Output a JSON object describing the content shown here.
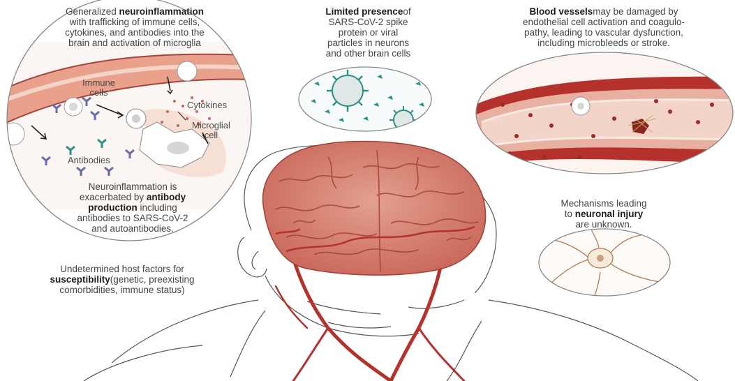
{
  "neuroinflammation": {
    "pre": "Generalized ",
    "bold": "neuroinflammation",
    "rest1": "with trafficking of immune cells,",
    "rest2": "cytokines, and antibodies into the",
    "rest3": "brain and activation of microglia"
  },
  "sars_presence": {
    "bold": "Limited presence",
    "post": "of",
    "l2": "SARS-CoV-2 spike",
    "l3": "protein or viral",
    "l4": "particles in neurons",
    "l5": "and other brain cells"
  },
  "blood_vessels": {
    "bold": "Blood vessels",
    "post": "may be damaged by",
    "l2": "endothelial cell activation and coagulo-",
    "l3": "pathy, leading to vascular dysfunction,",
    "l4": "including microbleeds or stroke."
  },
  "circle1_labels": {
    "immune": "Immune",
    "cells": "cells",
    "cytokines": "Cytokines",
    "microglial": "Microglial",
    "cell": "cell",
    "antibodies": "Antibodies"
  },
  "antibody_production": {
    "l1": "Neuroinflammation is",
    "l2_pre": "exacerbated by ",
    "l2_bold": "antibody",
    "l3_bold": "production",
    "l3_post": " including",
    "l4": "antibodies to SARS-CoV-2",
    "l5": "and autoantibodies."
  },
  "neuronal_injury": {
    "l1": "Mechanisms leading",
    "l2_pre": "to ",
    "l2_bold": "neuronal injury",
    "l3": "are unknown."
  },
  "susceptibility": {
    "l1": "Undetermined host factors for",
    "l2_bold": "susceptibility",
    "l2_post": "(genetic, preexisting",
    "l3": "comorbidities, immune status)"
  },
  "colors": {
    "vessel": "#b5312c",
    "vessel_light": "#e8a593",
    "virus": "#2e8f86",
    "line": "#555555"
  }
}
